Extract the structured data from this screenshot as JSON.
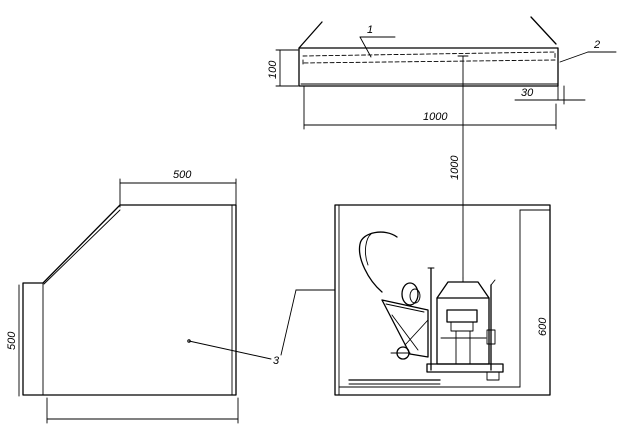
{
  "labels": {
    "callout_1": "1",
    "callout_2": "2",
    "callout_3": "3",
    "dim_hood_height": "100",
    "dim_hood_overhang": "30",
    "dim_hood_width": "1000",
    "dim_hood_clearance": "1000",
    "dim_cabinet_top": "500",
    "dim_cabinet_height": "500",
    "dim_enclosure_height": "600"
  }
}
